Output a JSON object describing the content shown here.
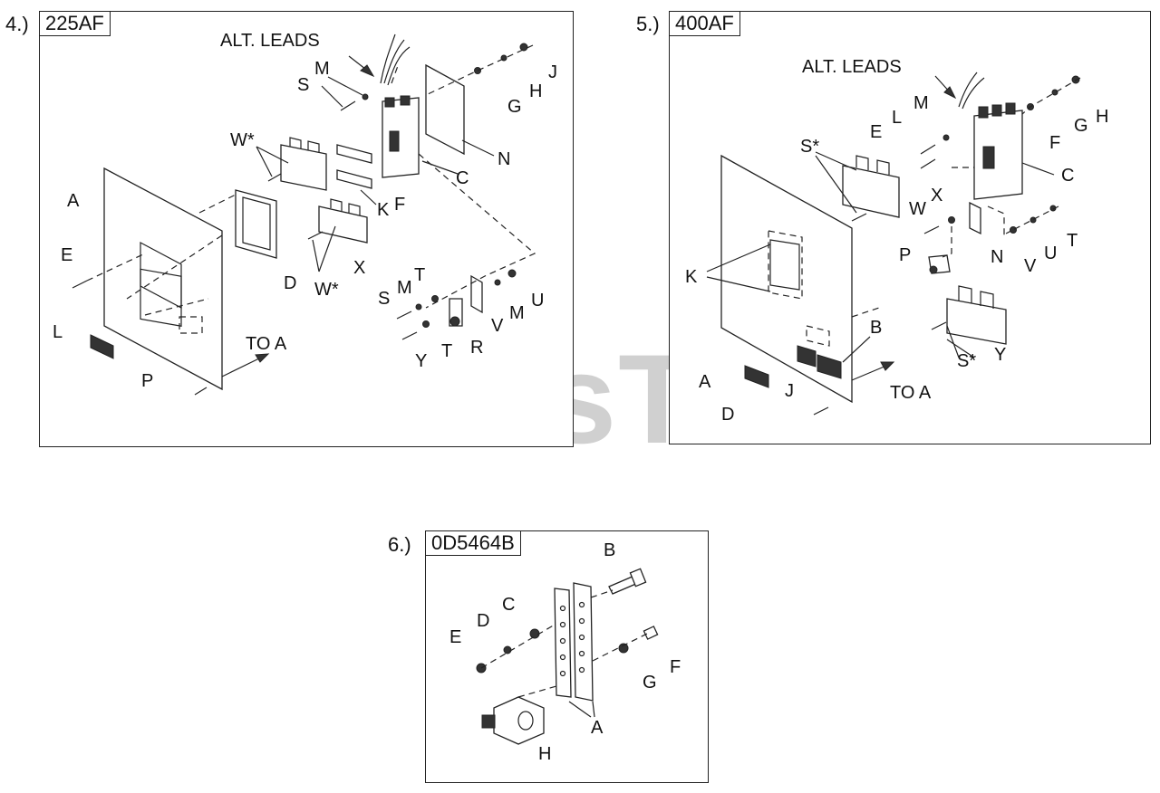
{
  "watermark": "PartsTree",
  "panels": [
    {
      "number": "4.)",
      "tag": "225AF",
      "labels": {
        "alt_leads": "ALT. LEADS",
        "m1": "M",
        "s1": "S",
        "j": "J",
        "h": "H",
        "g": "G",
        "n": "N",
        "w1": "W*",
        "c": "C",
        "k": "K",
        "f": "F",
        "a": "A",
        "e": "E",
        "d": "D",
        "x": "X",
        "w2": "W*",
        "t1": "T",
        "m2": "M",
        "s2": "S",
        "u": "U",
        "v": "V",
        "m3": "M",
        "l": "L",
        "to_a": "TO A",
        "t2": "T",
        "r": "R",
        "y": "Y",
        "p": "P"
      }
    },
    {
      "number": "5.)",
      "tag": "400AF",
      "labels": {
        "alt_leads": "ALT. LEADS",
        "m": "M",
        "l": "L",
        "e": "E",
        "f": "F",
        "g": "G",
        "h": "H",
        "s1": "S*",
        "c": "C",
        "x": "X",
        "w": "W",
        "t": "T",
        "u": "U",
        "v": "V",
        "n": "N",
        "p": "P",
        "k": "K",
        "b": "B",
        "y": "Y",
        "s2": "S*",
        "a": "A",
        "to_a": "TO A",
        "j": "J",
        "d": "D"
      }
    },
    {
      "number": "6.)",
      "tag": "0D5464B",
      "labels": {
        "b": "B",
        "c": "C",
        "d": "D",
        "e": "E",
        "f": "F",
        "g": "G",
        "a": "A",
        "h": "H"
      }
    }
  ]
}
